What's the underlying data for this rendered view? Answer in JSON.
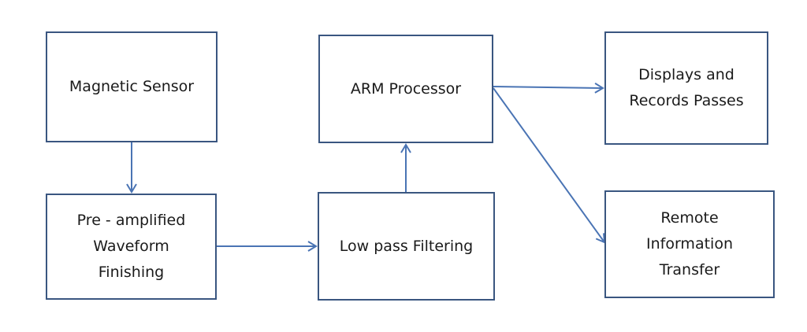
{
  "blocks": {
    "magnetic_sensor": "Magnetic Sensor",
    "preamp": "Pre - amplified\nWaveform\nFinishing",
    "low_pass": "Low pass Filtering",
    "arm_processor": "ARM Processor",
    "displays": "Displays and\nRecords Passes",
    "remote": "Remote\nInformation\nTransfer"
  },
  "colors": {
    "box_border": "#3a5680",
    "arrow": "#4a74b4",
    "text": "#1a1a1a",
    "background": "#ffffff"
  }
}
